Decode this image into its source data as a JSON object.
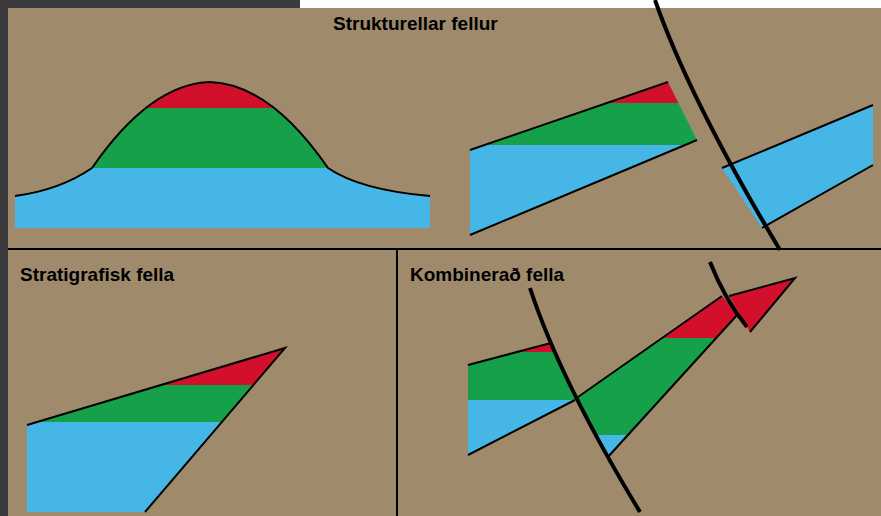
{
  "diagram": {
    "labels": [
      "Strukturellar fellur",
      "Stratigrafisk fella",
      "Kombinerað fella"
    ]
  }
}
